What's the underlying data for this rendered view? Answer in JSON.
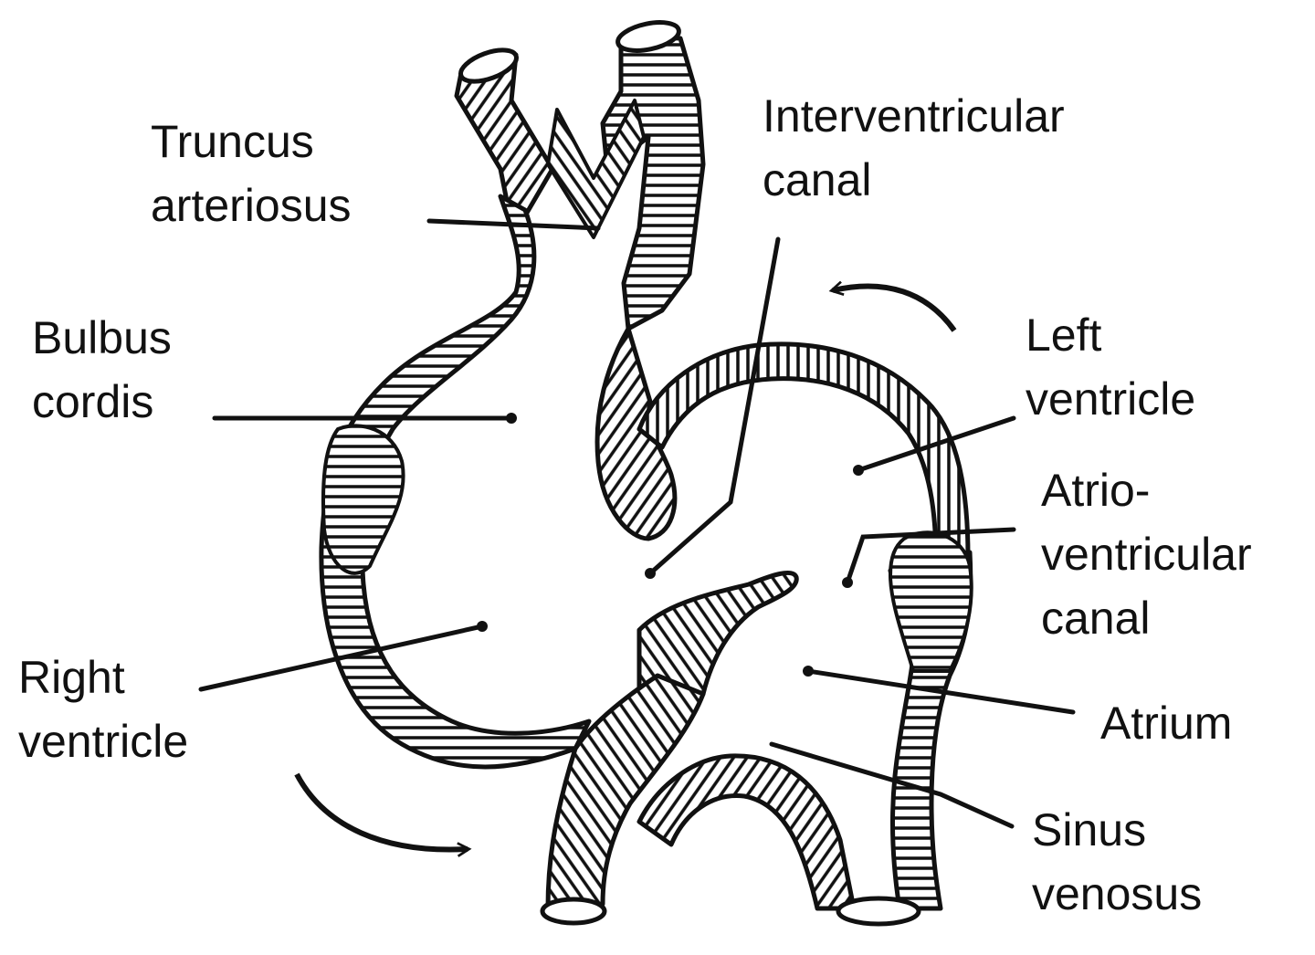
{
  "labels": {
    "truncus_arteriosus": [
      "Truncus",
      "arteriosus"
    ],
    "interventricular_canal": [
      "Interventricular",
      "canal"
    ],
    "bulbus_cordis": [
      "Bulbus",
      "cordis"
    ],
    "left_ventricle": [
      "Left",
      "ventricle"
    ],
    "atrio_ventricular_canal": [
      "Atrio-",
      "ventricular",
      "canal"
    ],
    "right_ventricle": [
      "Right",
      "ventricle"
    ],
    "atrium": [
      "Atrium"
    ],
    "sinus_venosus": [
      "Sinus",
      "venosus"
    ]
  },
  "colors": {
    "ink": "#111111",
    "paper": "#ffffff"
  }
}
